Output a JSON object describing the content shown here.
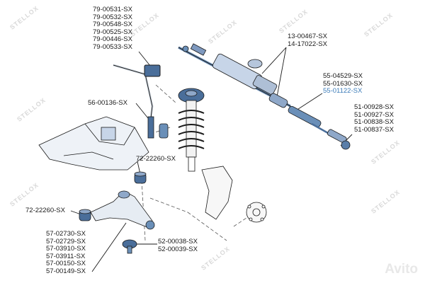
{
  "brand_color": "#3b7bb8",
  "watermark": {
    "text": "STELLOX",
    "site": "Avito"
  },
  "groups": {
    "sway_bar_links": [
      "79-00531-SX",
      "79-00532-SX",
      "79-00548-SX",
      "79-00525-SX",
      "79-00446-SX",
      "79-00533-SX"
    ],
    "steering_rack": [
      "13-00467-SX",
      "14-17022-SX"
    ],
    "tie_rods": [
      "55-04529-SX",
      "55-01630-SX",
      "55-01122-SX"
    ],
    "tie_rod_ends": [
      "51-00928-SX",
      "51-00927-SX",
      "51-00838-SX",
      "51-00837-SX"
    ],
    "stabilizer_link": [
      "56-00136-SX"
    ],
    "bushing_upper": [
      "72-22260-SX"
    ],
    "bushing_left": [
      "72-22260-SX"
    ],
    "ball_joint": [
      "52-00038-SX",
      "52-00039-SX"
    ],
    "control_arm": [
      "57-02730-SX",
      "57-02729-SX",
      "57-03910-SX",
      "57-03911-SX",
      "57-00150-SX",
      "57-00149-SX"
    ]
  }
}
